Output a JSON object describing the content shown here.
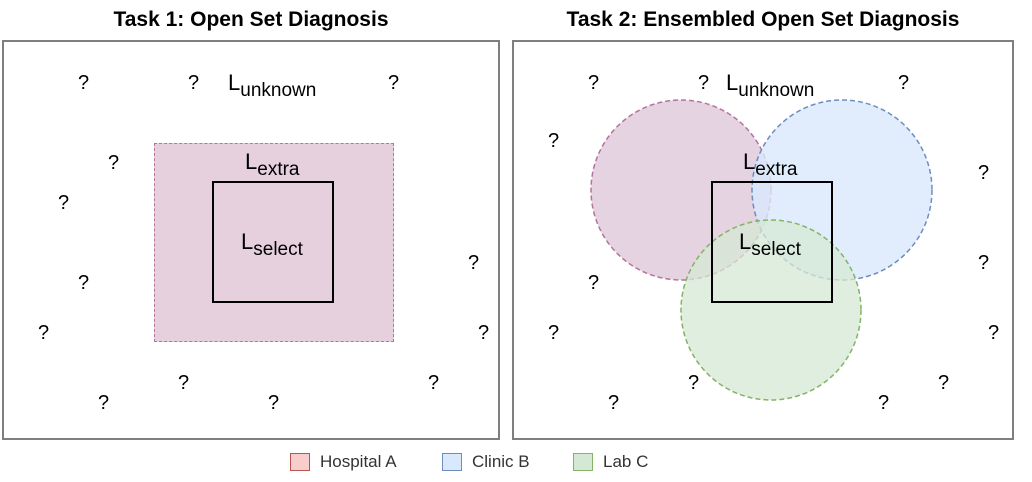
{
  "titles": {
    "task1": "Task 1: Open Set Diagnosis",
    "task2": "Task 2: Ensembled Open Set Diagnosis"
  },
  "labels": {
    "L": "L",
    "unknown": "unknown",
    "extra": "extra",
    "select": "select"
  },
  "question_mark": "?",
  "legend": [
    {
      "label": "Hospital A",
      "fill": "#f8cecc",
      "stroke": "#b85450"
    },
    {
      "label": "Clinic B",
      "fill": "#dae8fc",
      "stroke": "#6c8ebf"
    },
    {
      "label": "Lab C",
      "fill": "#d5e8d4",
      "stroke": "#82b366"
    }
  ],
  "colors": {
    "lextra_fill": "#e6d0de",
    "lextra_stroke": "#b5739d",
    "panel_border": "#7f7f7f"
  }
}
